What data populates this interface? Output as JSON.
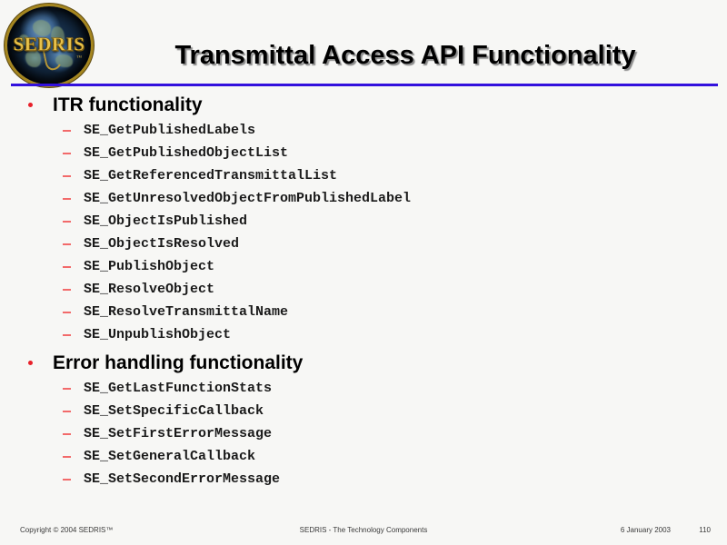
{
  "slide": {
    "title": "Transmittal Access API Functionality",
    "background_color": "#f7f7f5",
    "rule_color": "#3311dd",
    "bullet_color": "#e8202a",
    "dash_color": "#f26a6a"
  },
  "logo": {
    "name": "sedris-logo",
    "wordmark": "SEDRIS",
    "trademark": "™",
    "ring_color": "#a5861f"
  },
  "sections": [
    {
      "heading": "ITR functionality",
      "items": [
        "SE_GetPublishedLabels",
        "SE_GetPublishedObjectList",
        "SE_GetReferencedTransmittalList",
        "SE_GetUnresolvedObjectFromPublishedLabel",
        "SE_ObjectIsPublished",
        "SE_ObjectIsResolved",
        "SE_PublishObject",
        "SE_ResolveObject",
        "SE_ResolveTransmittalName",
        "SE_UnpublishObject"
      ]
    },
    {
      "heading": "Error handling functionality",
      "items": [
        "SE_GetLastFunctionStats",
        "SE_SetSpecificCallback",
        "SE_SetFirstErrorMessage",
        "SE_SetGeneralCallback",
        "SE_SetSecondErrorMessage"
      ]
    }
  ],
  "footer": {
    "copyright": "Copyright © 2004 SEDRIS™",
    "center": "SEDRIS - The Technology Components",
    "date": "6 January 2003",
    "page_number": "110"
  }
}
